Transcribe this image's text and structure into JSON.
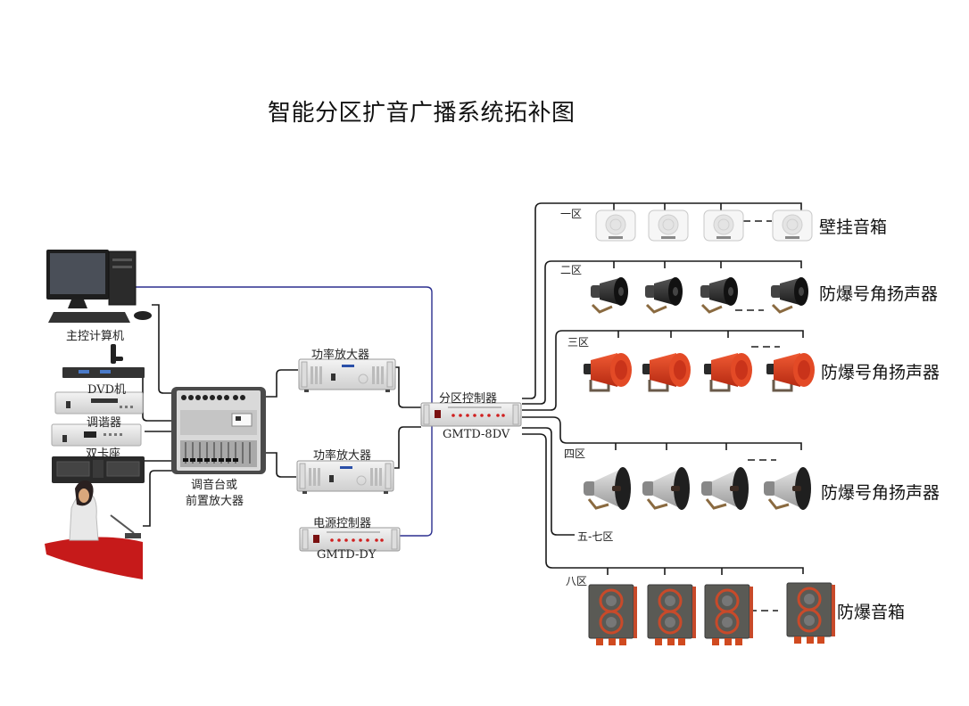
{
  "title": "智能分区扩音广播系统拓补图",
  "sources": {
    "computer": "主控计算机",
    "dvd": "DVD机",
    "tuner": "调谐器",
    "cassette": "双卡座",
    "speaker_person": ""
  },
  "mixer": {
    "line1": "调音台或",
    "line2": "前置放大器"
  },
  "amplifiers": [
    {
      "label": "功率放大器"
    },
    {
      "label": "功率放大器"
    }
  ],
  "power_controller": {
    "label": "电源控制器",
    "model": "GMTD-DY"
  },
  "zone_controller": {
    "label": "分区控制器",
    "model": "GMTD-8DV"
  },
  "zones": [
    {
      "name": "一区",
      "device": "壁挂音箱",
      "count_shown": 4
    },
    {
      "name": "二区",
      "device": "防爆号角扬声器",
      "count_shown": 4
    },
    {
      "name": "三区",
      "device": "防爆号角扬声器",
      "count_shown": 4
    },
    {
      "name": "四区",
      "device": "防爆号角扬声器",
      "count_shown": 4
    },
    {
      "name": "五-七区",
      "device": "",
      "count_shown": 0
    },
    {
      "name": "八区",
      "device": "防爆音箱",
      "count_shown": 4
    }
  ],
  "colors": {
    "wire": "#1a1a1a",
    "control_wire": "#2b2f8f",
    "zone_line": "#333333",
    "red_horn": "#d9361c",
    "black_horn": "#2a2a2a",
    "box_red": "#c84a2a"
  }
}
